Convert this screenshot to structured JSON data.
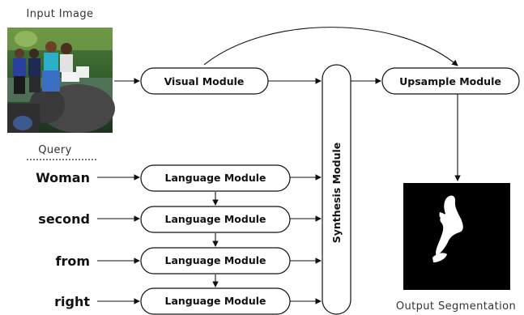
{
  "input": {
    "title": "Input Image"
  },
  "query": {
    "title": "Query",
    "words": [
      "Woman",
      "second",
      "from",
      "right"
    ]
  },
  "modules": {
    "visual": "Visual Module",
    "language": "Language Module",
    "synthesis": "Synthesis Module",
    "upsample": "Upsample Module"
  },
  "output": {
    "title": "Output Segmentation"
  }
}
